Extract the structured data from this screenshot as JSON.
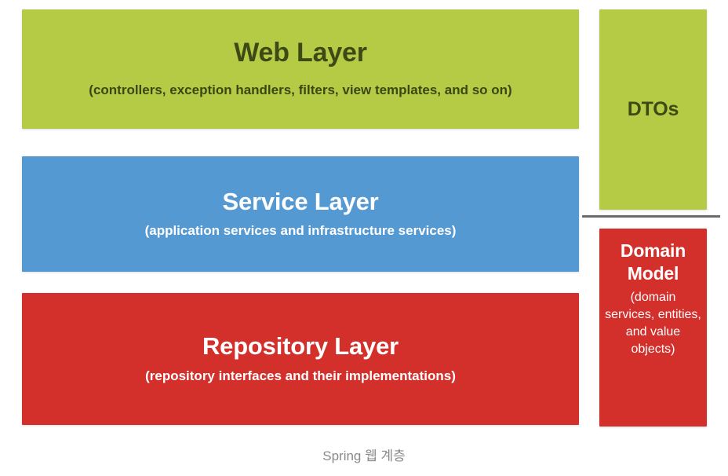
{
  "diagram": {
    "caption": "Spring 웹 계층",
    "colors": {
      "green": "#b5cb46",
      "green_text": "#3d4a16",
      "blue": "#5599d3",
      "red": "#d32f2b",
      "white_text": "#ffffff",
      "separator": "#6b6b6b",
      "caption_text": "#8a8a8a",
      "background": "#ffffff"
    },
    "layers": [
      {
        "id": "web",
        "title": "Web Layer",
        "subtitle": "(controllers, exception handlers, filters, view templates, and so on)",
        "color": "#b5cb46"
      },
      {
        "id": "service",
        "title": "Service Layer",
        "subtitle": "(application services and infrastructure services)",
        "color": "#5599d3"
      },
      {
        "id": "repository",
        "title": "Repository Layer",
        "subtitle": "(repository interfaces and their implementations)",
        "color": "#d32f2b"
      }
    ],
    "side_blocks": [
      {
        "id": "dtos",
        "title": "DTOs",
        "subtitle": "",
        "color": "#b5cb46"
      },
      {
        "id": "domain-model",
        "title": "Domain Model",
        "subtitle": "(domain services, entities, and value objects)",
        "color": "#d32f2b"
      }
    ]
  }
}
